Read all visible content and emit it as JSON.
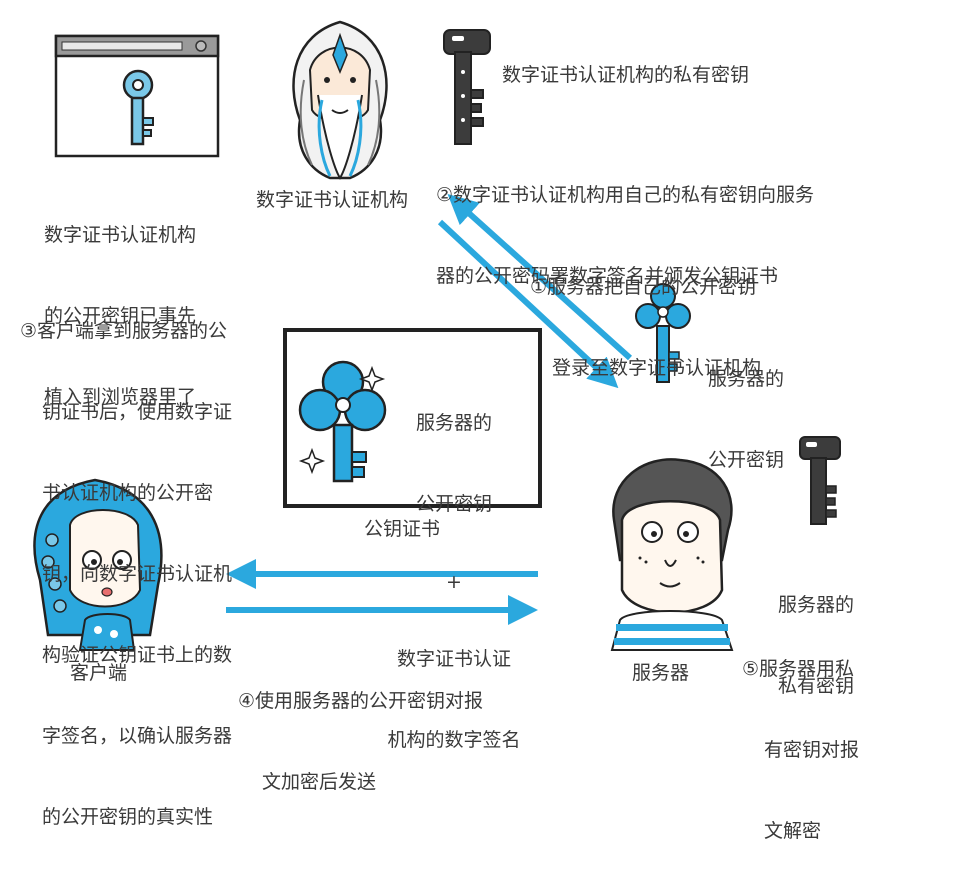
{
  "ca": {
    "label": "数字证书认证机构",
    "private_key_label": "数字证书认证机构的私有密钥",
    "public_key_note": [
      "数字证书认证机构",
      "的公开密钥已事先",
      "植入到浏览器里了"
    ]
  },
  "steps": {
    "step1": [
      "①服务器把自己的公开密钥",
      "登录至数字证书认证机构"
    ],
    "step2": [
      "②数字证书认证机构用自己的私有密钥向服务",
      "器的公开密码署数字签名并颁发公钥证书"
    ],
    "step3": [
      "③客户端拿到服务器的公",
      "钥证书后，使用数字证",
      "书认证机构的公开密",
      "钥，向数字证书认证机",
      "构验证公钥证书上的数",
      "字签名，以确认服务器",
      "的公开密钥的真实性"
    ],
    "step4": [
      "④使用服务器的公开密钥对报",
      "文加密后发送"
    ],
    "step5": [
      "⑤服务器用私",
      "有密钥对报",
      "文解密"
    ]
  },
  "server": {
    "label": "服务器",
    "public_key_label": [
      "服务器的",
      "公开密钥"
    ],
    "private_key_label": [
      "服务器的",
      "私有密钥"
    ]
  },
  "client": {
    "label": "客户端"
  },
  "certificate": {
    "caption": "公钥证书",
    "content": [
      "服务器的",
      "公开密钥",
      "+",
      "数字证书认证",
      "机构的数字签名"
    ]
  },
  "colors": {
    "accent_blue": "#2ba8de",
    "dark_key": "#3c3c3c",
    "line": "#222222"
  },
  "icons": [
    "browser-window-icon",
    "ca-sage-icon",
    "ca-private-key-icon",
    "server-public-key-icon",
    "server-private-key-icon",
    "client-girl-icon",
    "server-man-icon",
    "certificate-key-icon"
  ]
}
